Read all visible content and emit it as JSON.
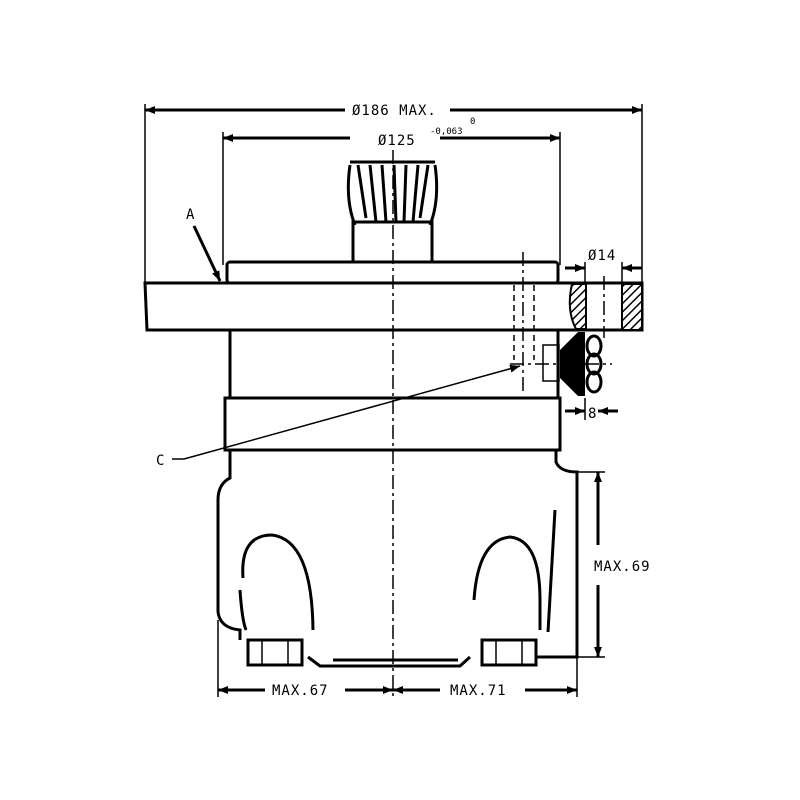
{
  "drawing": {
    "dim_flange_diameter": "Ø186 MAX.",
    "tolerance_upper": "0",
    "tolerance_lower": "-0,063",
    "dim_pilot_diameter": "Ø125",
    "label_a": "A",
    "dim_hole_diameter": "Ø14",
    "label_c": "C",
    "dim_port_depth": "8",
    "dim_height": "MAX.69",
    "dim_left": "MAX.67",
    "dim_right": "MAX.71"
  }
}
